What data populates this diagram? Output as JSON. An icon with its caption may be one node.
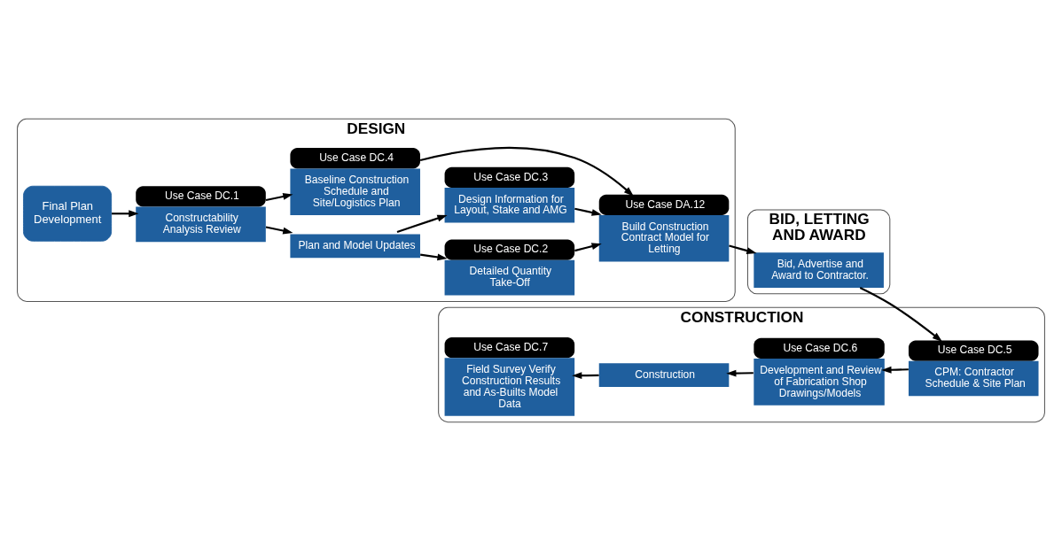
{
  "diagram": {
    "nodes": [
      {
        "text": [
          "DESIGN"
        ]
      },
      {
        "text": [
          "Final Plan Development"
        ],
        "in": 0
      },
      {
        "text": [
          "Use Case DC.1",
          "Constructability Analysis Review"
        ],
        "in": 0
      },
      {
        "text": [
          "Plan and Model Updates"
        ],
        "in": 0
      },
      {
        "text": [
          "Use Case DC.2",
          "Detailed Quantity Take-Off"
        ],
        "in": 0
      },
      {
        "text": [
          "Use Case DC.3",
          "Design Information for Layout, Stake and AMG"
        ],
        "in": 0
      },
      {
        "text": [
          "Use Case DC.4",
          "Baseline Construction Schedule and Site/Logistics Plan"
        ],
        "in": 0
      },
      {
        "text": [
          "Use Case DA.12",
          "Build Construction Contract Model for Letting"
        ],
        "in": 0
      },
      {
        "text": [
          "CONSTRUCTION"
        ]
      },
      {
        "text": [
          "Use Case DC.7",
          "Field Survey Verify Construction Results and As-Builts Model Data"
        ],
        "in": 8
      },
      {
        "text": [
          "Construction"
        ],
        "in": 8
      },
      {
        "text": [
          "Use Case DC.6",
          "Development and Review of Fabrication Shop Drawings/Models"
        ],
        "in": 8
      },
      {
        "text": [
          "Use Case DC.5",
          "CPM: Contractor Schedule & Site Plan"
        ],
        "in": 8
      },
      {
        "text": [
          "BID, LETTING AND AWARD"
        ]
      },
      {
        "text": [
          "Bid, Advertise and Award to Contractor."
        ],
        "in": 13
      }
    ],
    "edges": [
      {
        "from": 1,
        "to": 2,
        "arrow": "to"
      },
      {
        "from": 2,
        "to": 3,
        "arrow": "to"
      },
      {
        "from": 2,
        "to": 6,
        "arrow": "to"
      },
      {
        "from": 3,
        "to": 4,
        "arrow": "to"
      },
      {
        "from": 3,
        "to": 5,
        "arrow": "to"
      },
      {
        "from": 4,
        "to": 7,
        "arrow": "to"
      },
      {
        "from": 5,
        "to": 7,
        "arrow": "to"
      },
      {
        "from": 6,
        "to": 7,
        "arrow": "to"
      },
      {
        "from": 7,
        "to": 14,
        "arrow": "to"
      },
      {
        "from": 14,
        "to": 12,
        "arrow": "to"
      },
      {
        "from": 12,
        "to": 11,
        "arrow": "to"
      },
      {
        "from": 11,
        "to": 10,
        "arrow": "to"
      },
      {
        "from": 10,
        "to": 9,
        "arrow": "to"
      }
    ]
  }
}
